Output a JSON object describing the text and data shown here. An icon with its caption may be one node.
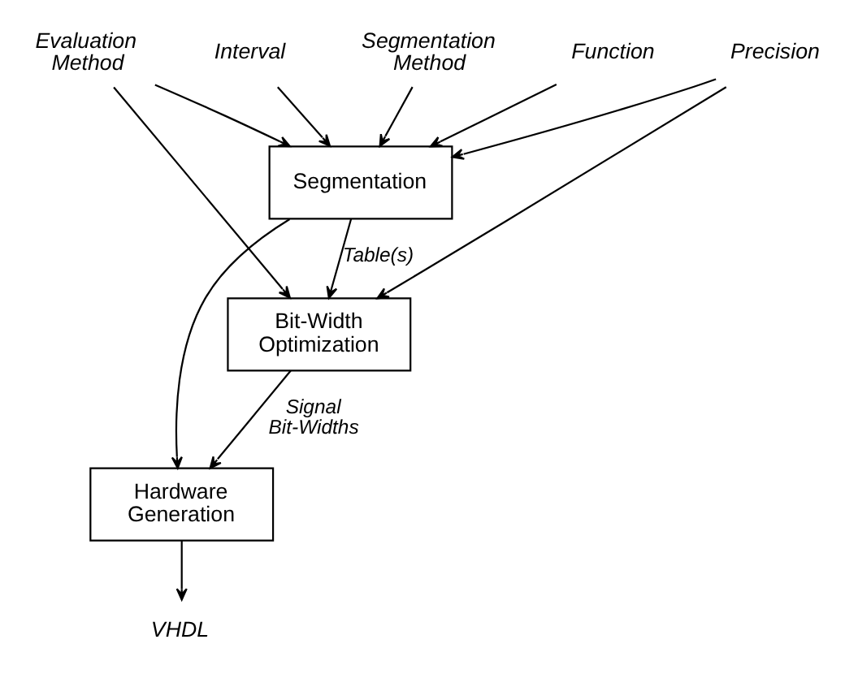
{
  "diagram": {
    "nodes": [
      {
        "text": [
          "Function"
        ]
      },
      {
        "text": [
          "Interval"
        ]
      },
      {
        "text": [
          "Segmentation Method"
        ]
      },
      {
        "text": [
          "Precision"
        ]
      },
      {
        "text": [
          "Evaluation Method"
        ]
      },
      {
        "text": [
          "Segmentation"
        ]
      },
      {
        "text": [
          "Bit-Width Optimization"
        ]
      },
      {
        "text": [
          "Hardware Generation"
        ]
      },
      {
        "text": [
          "VHDL"
        ]
      }
    ],
    "edges": [
      {
        "from": 0,
        "to": 5,
        "arrow": "to"
      },
      {
        "from": 1,
        "to": 5,
        "arrow": "to"
      },
      {
        "from": 2,
        "to": 5,
        "arrow": "to"
      },
      {
        "from": 3,
        "to": 5,
        "arrow": "to"
      },
      {
        "from": 4,
        "to": 5,
        "arrow": "to"
      },
      {
        "from": 5,
        "to": 6,
        "arrow": "to",
        "label": "Table(s)"
      },
      {
        "from": 5,
        "to": 7,
        "arrow": "to"
      },
      {
        "from": 3,
        "to": 6,
        "arrow": "to"
      },
      {
        "from": 4,
        "to": 6,
        "arrow": "to"
      },
      {
        "from": 6,
        "to": 7,
        "arrow": "to",
        "label": "Signal Bit-Widths"
      },
      {
        "from": 7,
        "to": 8,
        "arrow": "to"
      }
    ]
  }
}
